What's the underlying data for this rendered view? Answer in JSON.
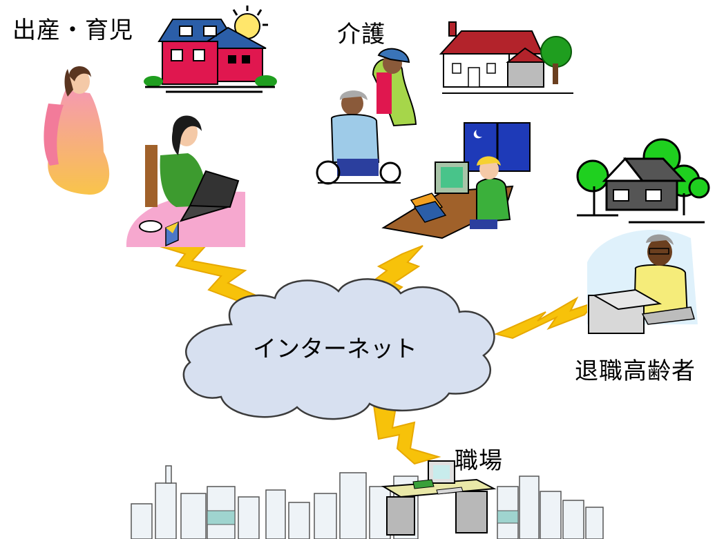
{
  "labels": {
    "childcare": "出産・育児",
    "care": "介護",
    "retired": "退職高齢者",
    "workplace": "職場"
  },
  "cloud": {
    "label": "インターネット",
    "fill": "#d7e0f0",
    "stroke": "#3b3b3b"
  },
  "colors": {
    "lightning": "#f7c20a",
    "lightning_edge": "#e7a800",
    "house_red": "#e0174f",
    "house_blue": "#2b5ea8",
    "tree_green": "#1f9e1f",
    "table_pink": "#f6a8cf",
    "city_grey": "#8a9aa8"
  },
  "icons": [
    "pregnant-woman-icon",
    "red-house-icon",
    "woman-laptop-icon",
    "wheelchair-caregiver-icon",
    "white-house-icon",
    "child-computer-icon",
    "green-house-icon",
    "elderly-man-computer-icon",
    "city-office-icon"
  ]
}
